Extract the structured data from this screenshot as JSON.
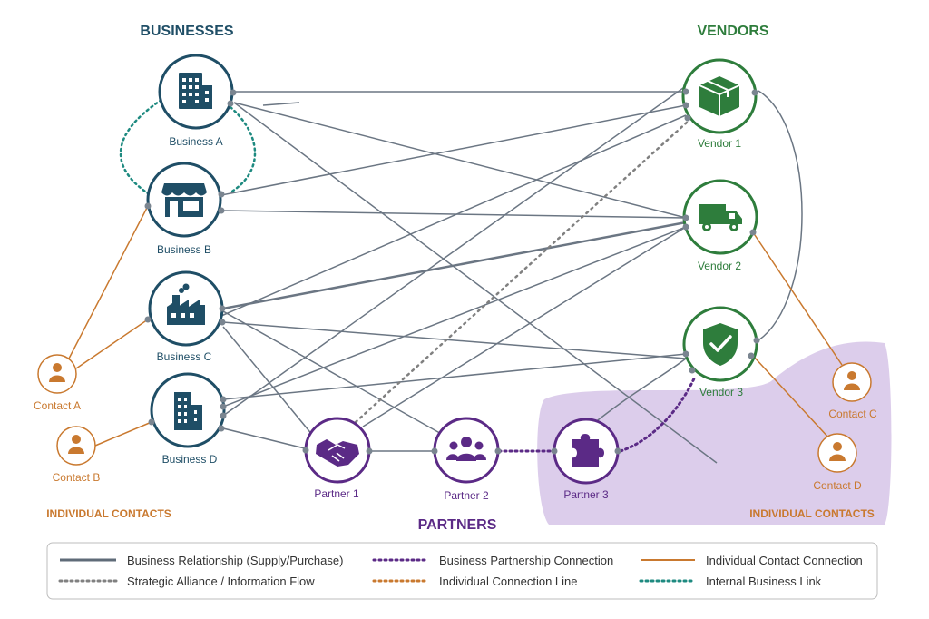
{
  "colors": {
    "business": "#1f4e66",
    "vendor": "#2e7d3c",
    "partner": "#5b2a86",
    "contact": "#c9792f",
    "relationship": "#5f6b78",
    "alliance": "#7d7d7d",
    "internal": "#1e8a80",
    "highlight": "#c9b2e0"
  },
  "sections": {
    "businesses": "BUSINESSES",
    "vendors": "VENDORS",
    "partners": "PARTNERS",
    "contacts_left": "INDIVIDUAL CONTACTS",
    "contacts_right": "INDIVIDUAL CONTACTS"
  },
  "nodes": {
    "business_a": {
      "label": "Business A",
      "icon": "office-building-icon"
    },
    "business_b": {
      "label": "Business B",
      "icon": "storefront-icon"
    },
    "business_c": {
      "label": "Business C",
      "icon": "factory-icon"
    },
    "business_d": {
      "label": "Business D",
      "icon": "city-buildings-icon"
    },
    "vendor_1": {
      "label": "Vendor 1",
      "icon": "package-box-icon"
    },
    "vendor_2": {
      "label": "Vendor 2",
      "icon": "delivery-truck-icon"
    },
    "vendor_3": {
      "label": "Vendor 3",
      "icon": "shield-check-icon"
    },
    "partner_1": {
      "label": "Partner 1",
      "icon": "handshake-icon"
    },
    "partner_2": {
      "label": "Partner 2",
      "icon": "people-group-icon"
    },
    "partner_3": {
      "label": "Partner 3",
      "icon": "puzzle-piece-icon"
    },
    "contact_a": {
      "label": "Contact A",
      "icon": "person-icon"
    },
    "contact_b": {
      "label": "Contact B",
      "icon": "person-icon"
    },
    "contact_c": {
      "label": "Contact C",
      "icon": "person-icon"
    },
    "contact_d": {
      "label": "Contact D",
      "icon": "person-icon"
    }
  },
  "legend": {
    "business_relationship": "Business Relationship (Supply/Purchase)",
    "strategic_alliance": "Strategic Alliance / Information Flow",
    "business_partnership": "Business Partnership Connection",
    "individual_connection_line": "Individual Connection Line",
    "individual_contact_connection": "Individual Contact Connection",
    "internal_business_link": "Internal Business Link"
  }
}
